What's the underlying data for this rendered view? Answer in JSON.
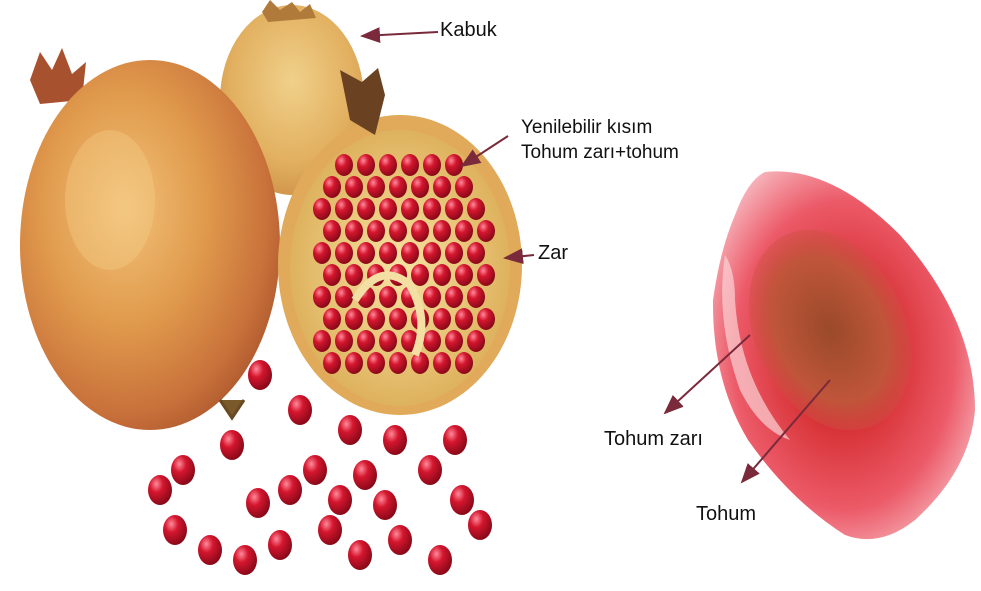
{
  "labels": {
    "kabuk": "Kabuk",
    "yenilebilir_line1": "Yenilebilir kısım",
    "yenilebilir_line2": "Tohum zarı+tohum",
    "zar": "Zar",
    "tohum_zari": "Tohum zarı",
    "tohum": "Tohum"
  },
  "colors": {
    "arrow": "#7a2a3a",
    "skin_orange": "#d98a3c",
    "aril_red": "#c8102e",
    "membrane_yellow": "#e8c56a",
    "background": "#ffffff"
  }
}
